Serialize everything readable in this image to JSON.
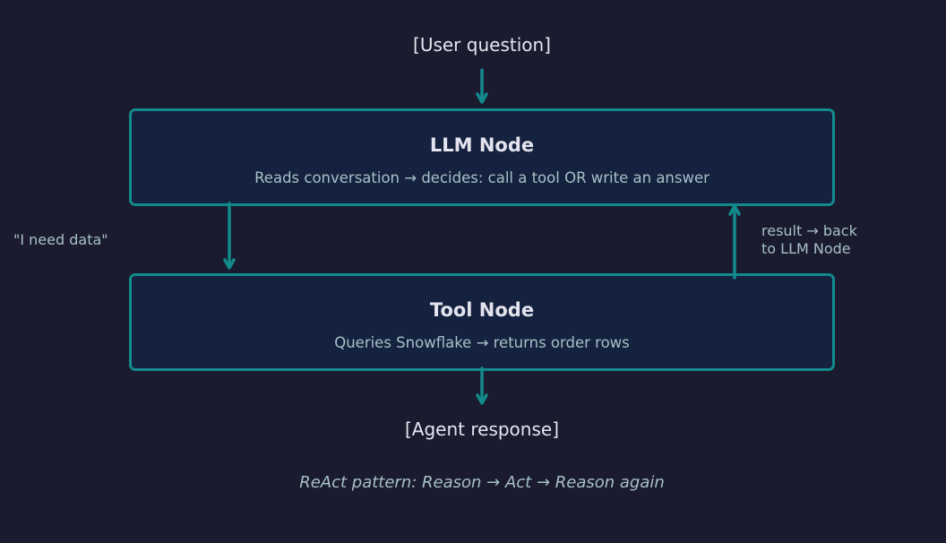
{
  "start_label": "[User question]",
  "llm_node": {
    "title": "LLM Node",
    "subtitle": "Reads conversation → decides: call a tool OR write an answer"
  },
  "tool_node": {
    "title": "Tool Node",
    "subtitle": "Queries Snowflake → returns order rows"
  },
  "edge_to_tool_label": "\"I need data\"",
  "edge_back_label_line1": "result → back",
  "edge_back_label_line2": "to LLM Node",
  "end_label": "[Agent response]",
  "footer": "ReAct pattern: Reason → Act → Reason again",
  "colors": {
    "background": "#1a1b2e",
    "node_fill": "#15223f",
    "accent": "#138a8c",
    "text_primary": "#e4e4ee",
    "text_secondary": "#a6c0c6"
  }
}
